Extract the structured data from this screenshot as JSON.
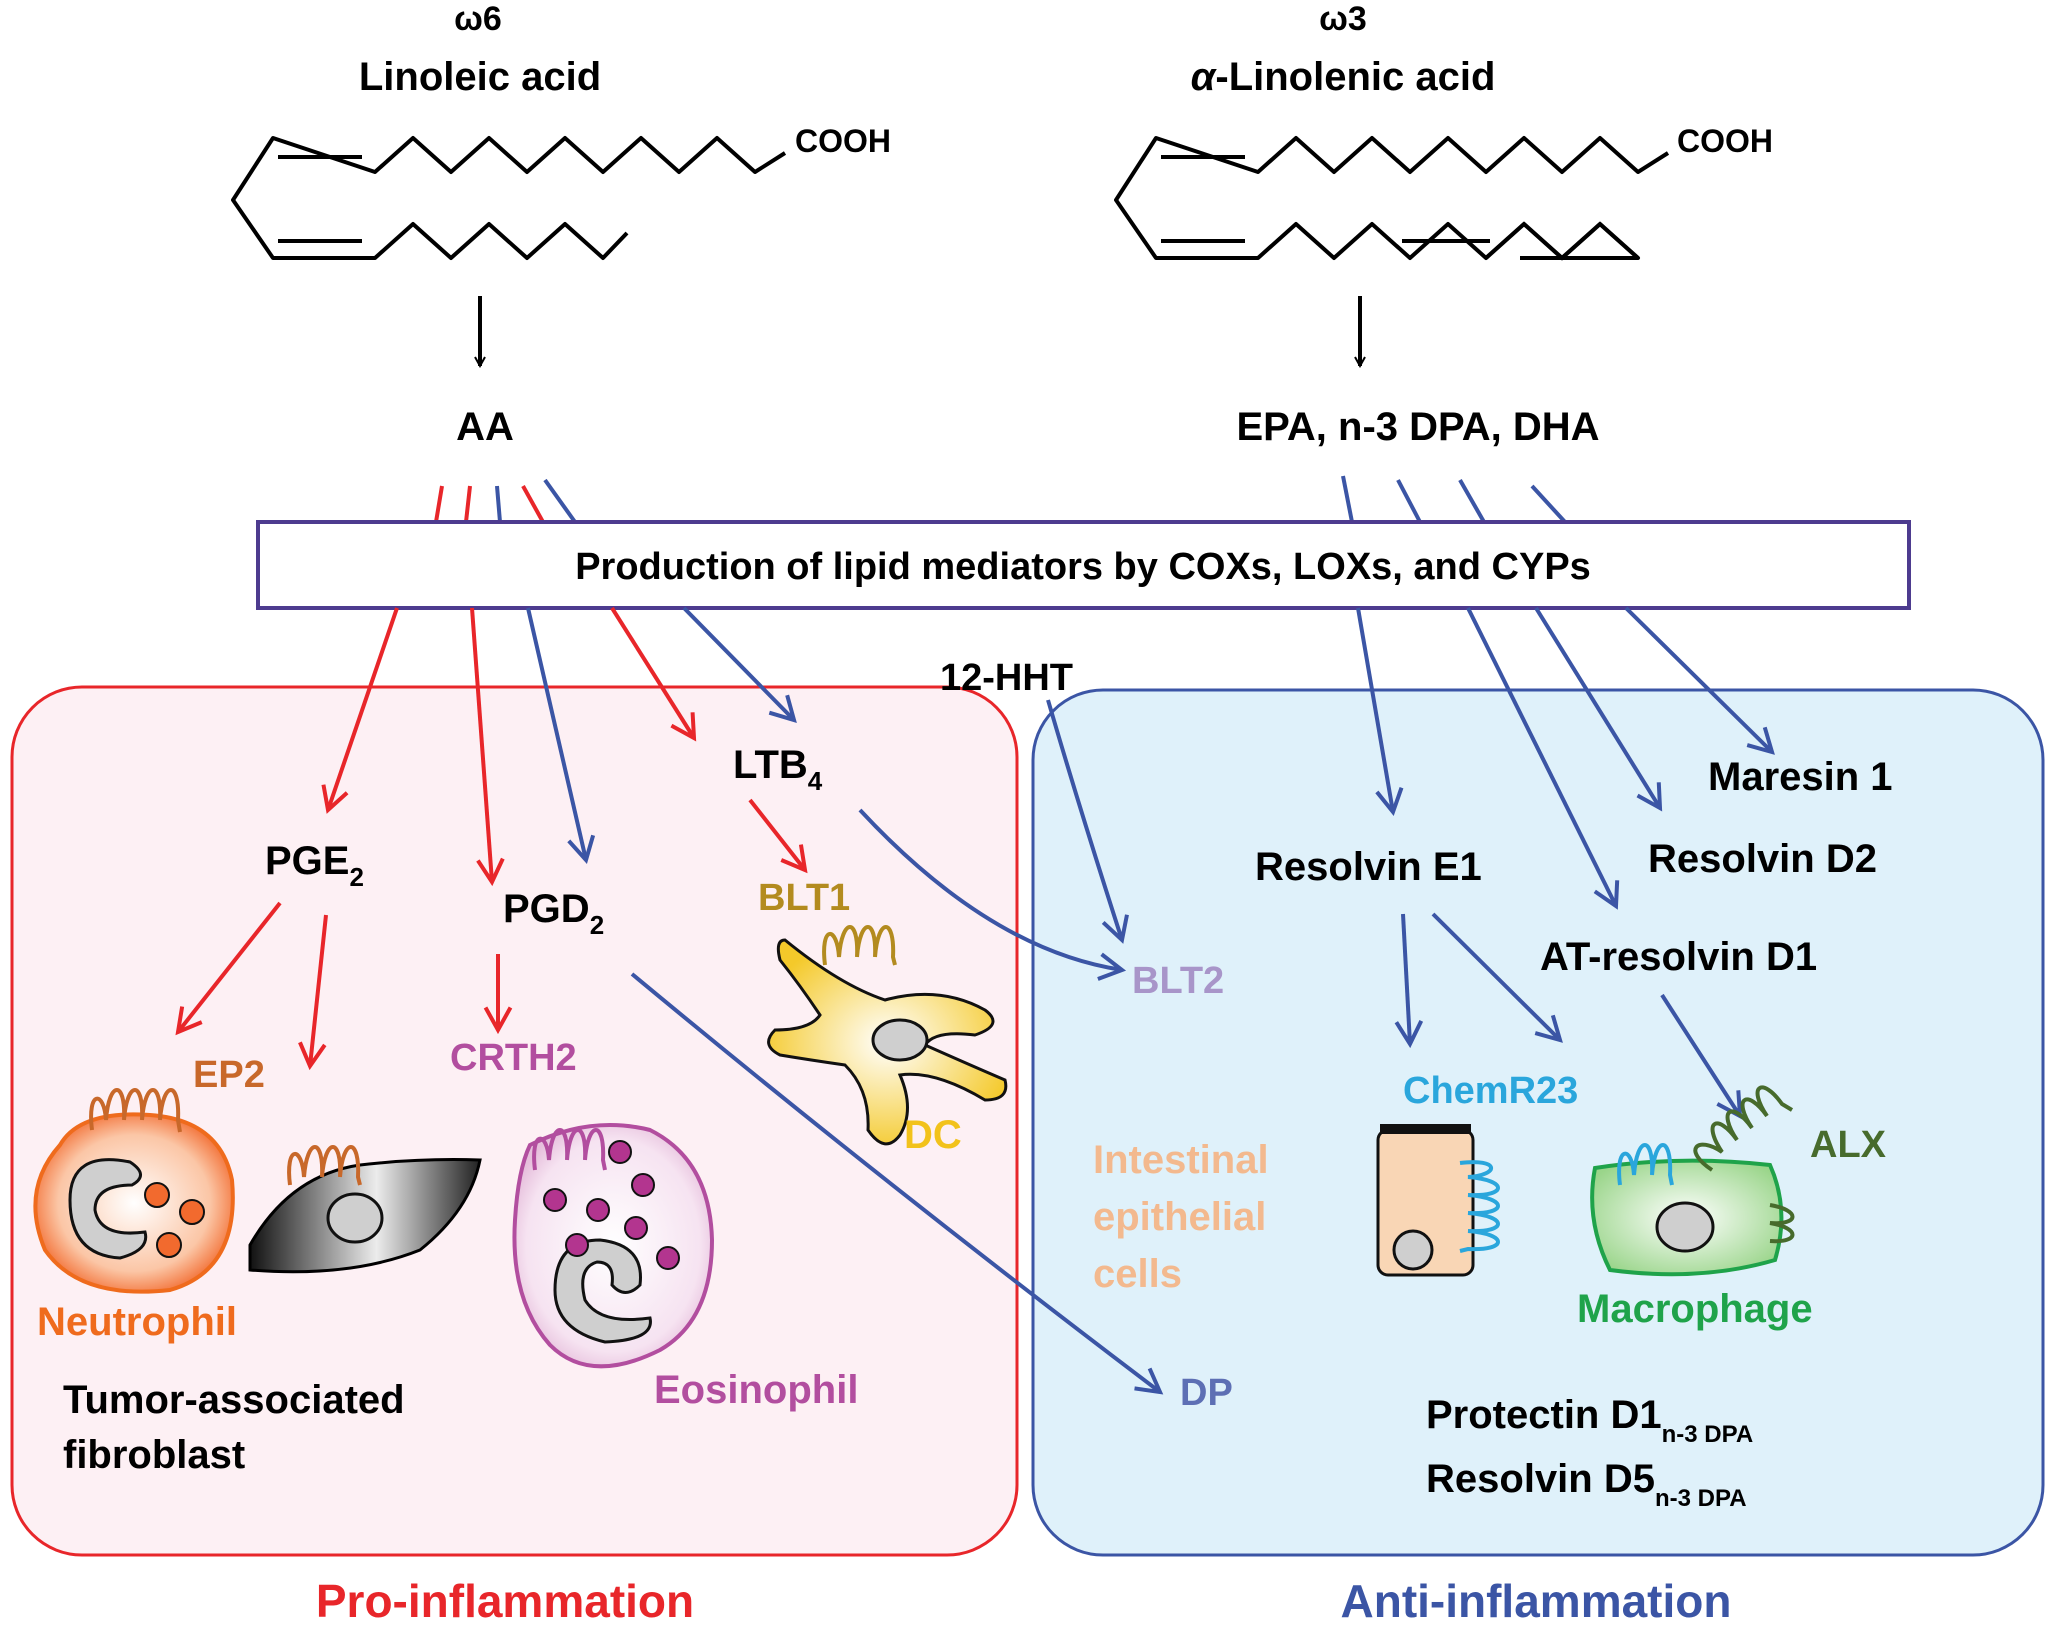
{
  "colors": {
    "red": "#e8262a",
    "blue": "#3b55a5",
    "black": "#000000",
    "pro_fill": "#fdf0f4",
    "anti_fill": "#dff1fa",
    "neutrophil_text": "#ef6b1d",
    "ep2_text": "#c8682a",
    "eosinophil_text": "#b24e9f",
    "blt1_text": "#b38b1f",
    "dc_text": "#f2c21b",
    "blt2_text": "#a895c9",
    "dp_text": "#5d6fb4",
    "epithelial_text": "#f3b98e",
    "chemr23_text": "#2aa6dc",
    "macrophage_text": "#1fa34a",
    "alx_text": "#476b2c"
  },
  "omega6": {
    "label": "ω6",
    "name": "Linoleic acid",
    "cooh": "COOH"
  },
  "omega3": {
    "label": "ω3",
    "name_prefix": "α",
    "name": "-Linolenic acid",
    "cooh": "COOH"
  },
  "aa": "AA",
  "n3": "EPA, n-3 DPA, DHA",
  "production": "Production of lipid mediators by COXs, LOXs, and CYPs",
  "hht": "12-HHT",
  "pro": {
    "mediators": {
      "pge": {
        "base": "PGE",
        "sub": "2"
      },
      "pgd": {
        "base": "PGD",
        "sub": "2"
      },
      "ltb": {
        "base": "LTB",
        "sub": "4"
      }
    },
    "receptors": {
      "ep2": "EP2",
      "crth2": "CRTH2",
      "blt1": "BLT1"
    },
    "cells": {
      "neutrophil": "Neutrophil",
      "fibroblast_line1": "Tumor-associated",
      "fibroblast_line2": "fibroblast",
      "eosinophil": "Eosinophil",
      "dc": "DC"
    },
    "footer": "Pro-inflammation"
  },
  "anti": {
    "mediators": {
      "maresin": "Maresin 1",
      "resolvin_e1": "Resolvin E1",
      "resolvin_d2": "Resolvin D2",
      "at_resolvin": "AT-resolvin D1",
      "protectin": {
        "base": "Protectin D1",
        "sub": "n-3 DPA"
      },
      "resolvin_d5": {
        "base": "Resolvin D5",
        "sub": "n-3 DPA"
      }
    },
    "receptors": {
      "blt2": "BLT2",
      "chemr23": "ChemR23",
      "alx": "ALX",
      "dp": "DP"
    },
    "cells": {
      "epithelial_line1": "Intestinal",
      "epithelial_line2": "epithelial",
      "epithelial_line3": "cells",
      "macrophage": "Macrophage"
    },
    "footer": "Anti-inflammation"
  }
}
